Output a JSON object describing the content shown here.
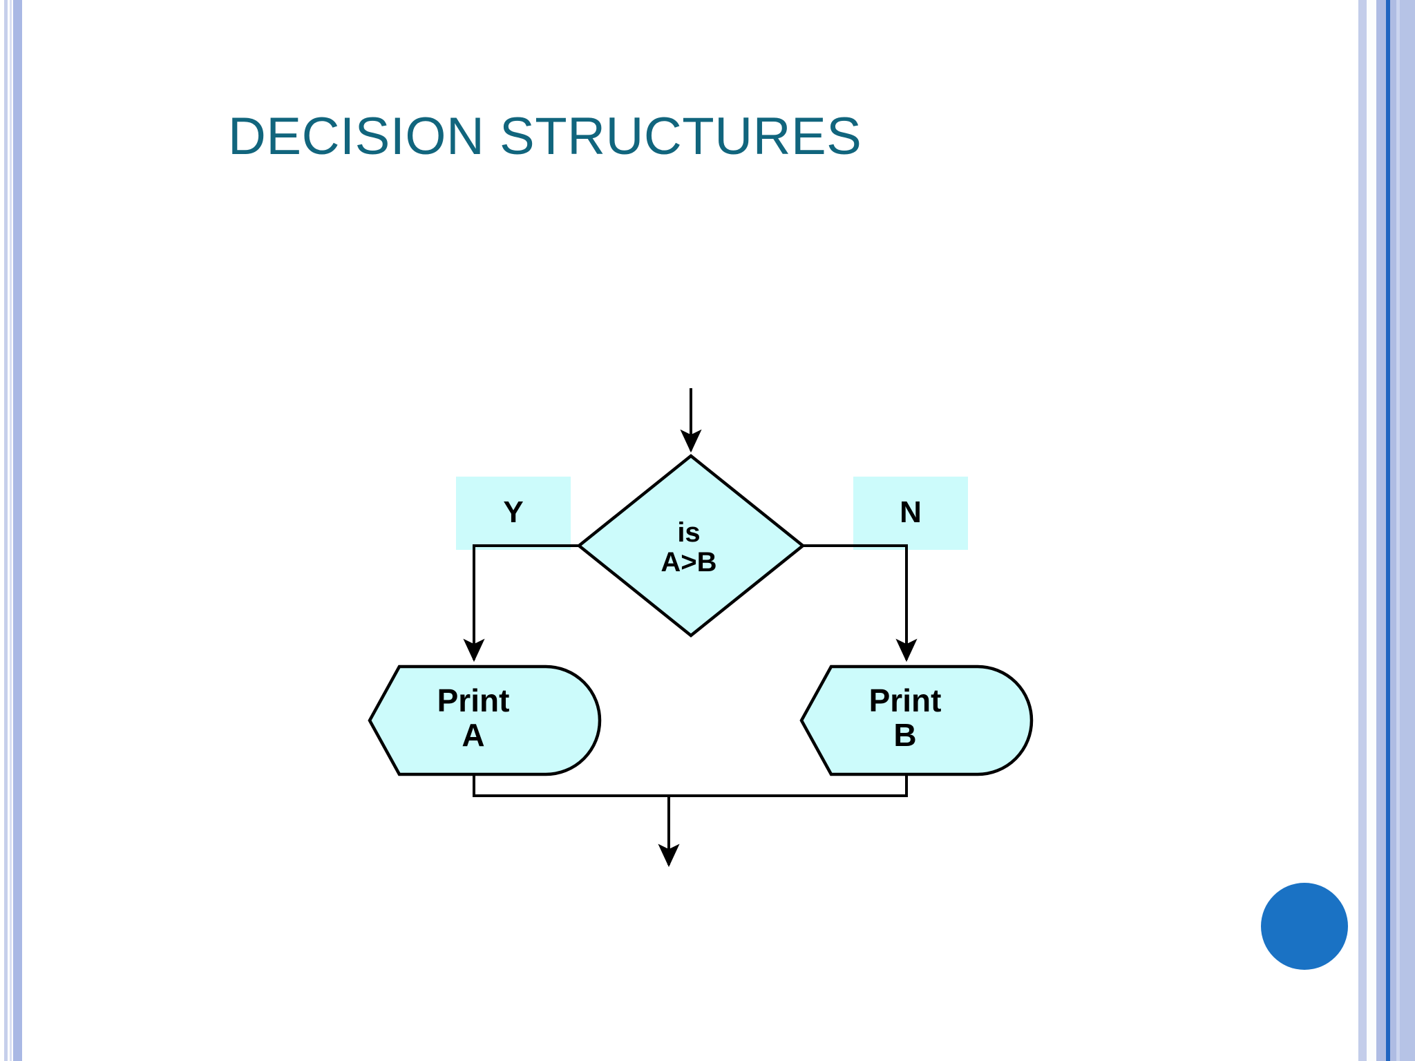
{
  "slide": {
    "title": "DECISION STRUCTURES",
    "title_color": "#11657d",
    "background_color": "#ffffff"
  },
  "theme": {
    "accent_dot_color": "#1a72c4",
    "stripe_blue": "#aebce3",
    "stripe_dark_blue": "#2064c0",
    "shape_fill": "#ccfbfb",
    "shape_stroke": "#000000"
  },
  "flowchart": {
    "type": "decision-flowchart",
    "nodes": [
      {
        "id": "entry",
        "shape": "arrow",
        "label": ""
      },
      {
        "id": "decision",
        "shape": "diamond",
        "label": "is\nA>B",
        "fill": "#ccfbfb"
      },
      {
        "id": "yes_tag",
        "shape": "rectangle",
        "label": "Y",
        "fill": "#ccfbfb"
      },
      {
        "id": "no_tag",
        "shape": "rectangle",
        "label": "N",
        "fill": "#ccfbfb"
      },
      {
        "id": "print_a",
        "shape": "display",
        "label": "Print\nA",
        "fill": "#ccfbfb"
      },
      {
        "id": "print_b",
        "shape": "display",
        "label": "Print\nB",
        "fill": "#ccfbfb"
      },
      {
        "id": "exit",
        "shape": "arrow",
        "label": ""
      }
    ],
    "edges": [
      {
        "from": "entry",
        "to": "decision",
        "label": ""
      },
      {
        "from": "decision",
        "to": "print_a",
        "label": "Y"
      },
      {
        "from": "decision",
        "to": "print_b",
        "label": "N"
      },
      {
        "from": "print_a",
        "to": "exit",
        "label": ""
      },
      {
        "from": "print_b",
        "to": "exit",
        "label": ""
      }
    ],
    "labels": {
      "decision_line1": "is",
      "decision_line2": "A>B",
      "yes": "Y",
      "no": "N",
      "print_a_line1": "Print",
      "print_a_line2": "A",
      "print_b_line1": "Print",
      "print_b_line2": "B"
    }
  }
}
